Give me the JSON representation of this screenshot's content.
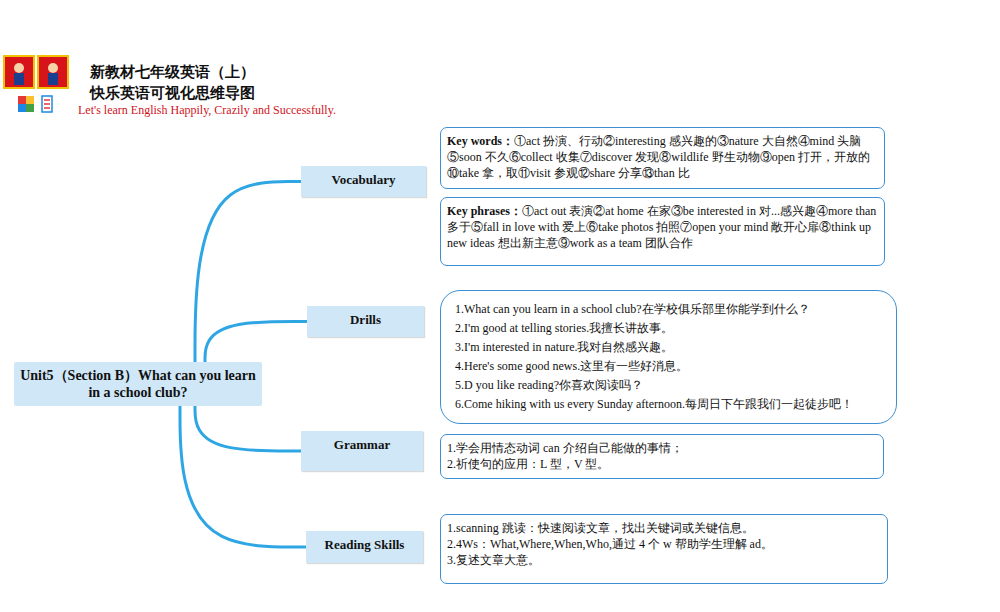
{
  "diagram": {
    "nodes": [
      {
        "text": [
          "Unit5（Section B）What can you learn in a school club?"
        ]
      },
      {
        "text": [
          "Vocabulary"
        ]
      },
      {
        "text": [
          "Key words：",
          "①act 扮演、行动②interesting 感兴趣的③nature 大自然④mind 头脑⑤soon 不久⑥collect 收集⑦discover 发现⑧wildlife 野生动物⑨open 打开，开放的⑩take 拿，取⑪visit 参观⑫share 分享⑬than 比"
        ]
      },
      {
        "text": [
          "Key phrases：",
          "①act out 表演②at home 在家③be interested in 对...感兴趣④more than 多于⑤fall in love with 爱上⑥take photos 拍照⑦open your mind 敞开心扉⑧think up new ideas 想出新主意⑨work as a team 团队合作"
        ]
      },
      {
        "text": [
          "Drills"
        ]
      },
      {
        "text": [
          "1.What can you learn in a school club?在学校俱乐部里你能学到什么？",
          "2.I'm good at telling stories.我擅长讲故事。",
          "3.I'm interested in nature.我对自然感兴趣。",
          "4.Here's some good news.这里有一些好消息。",
          "5.D you like reading?你喜欢阅读吗？",
          "6.Come hiking with us every Sunday afternoon.每周日下午跟我们一起徒步吧！"
        ]
      },
      {
        "text": [
          "Grammar"
        ]
      },
      {
        "text": [
          "1.学会用情态动词 can 介绍自己能做的事情；",
          "2.祈使句的应用：L 型，V 型。"
        ]
      },
      {
        "text": [
          "Reading Skills"
        ]
      },
      {
        "text": [
          "1.scanning 跳读：快速阅读文章，找出关键词或关键信息。",
          "2.4Ws：What,Where,When,Who,通过 4 个 w 帮助学生理解 ad。",
          "3.复述文章大意。"
        ]
      }
    ],
    "edges": [
      {
        "from": 0,
        "to": 1,
        "arrow": "none"
      },
      {
        "from": 0,
        "to": 4,
        "arrow": "none"
      },
      {
        "from": 0,
        "to": 6,
        "arrow": "none"
      },
      {
        "from": 0,
        "to": 8,
        "arrow": "none"
      }
    ],
    "labels": [
      "新教材七年级英语（上）",
      "快乐英语可视化思维导图",
      "Let's learn English Happily, Crazily and Successfully."
    ]
  }
}
